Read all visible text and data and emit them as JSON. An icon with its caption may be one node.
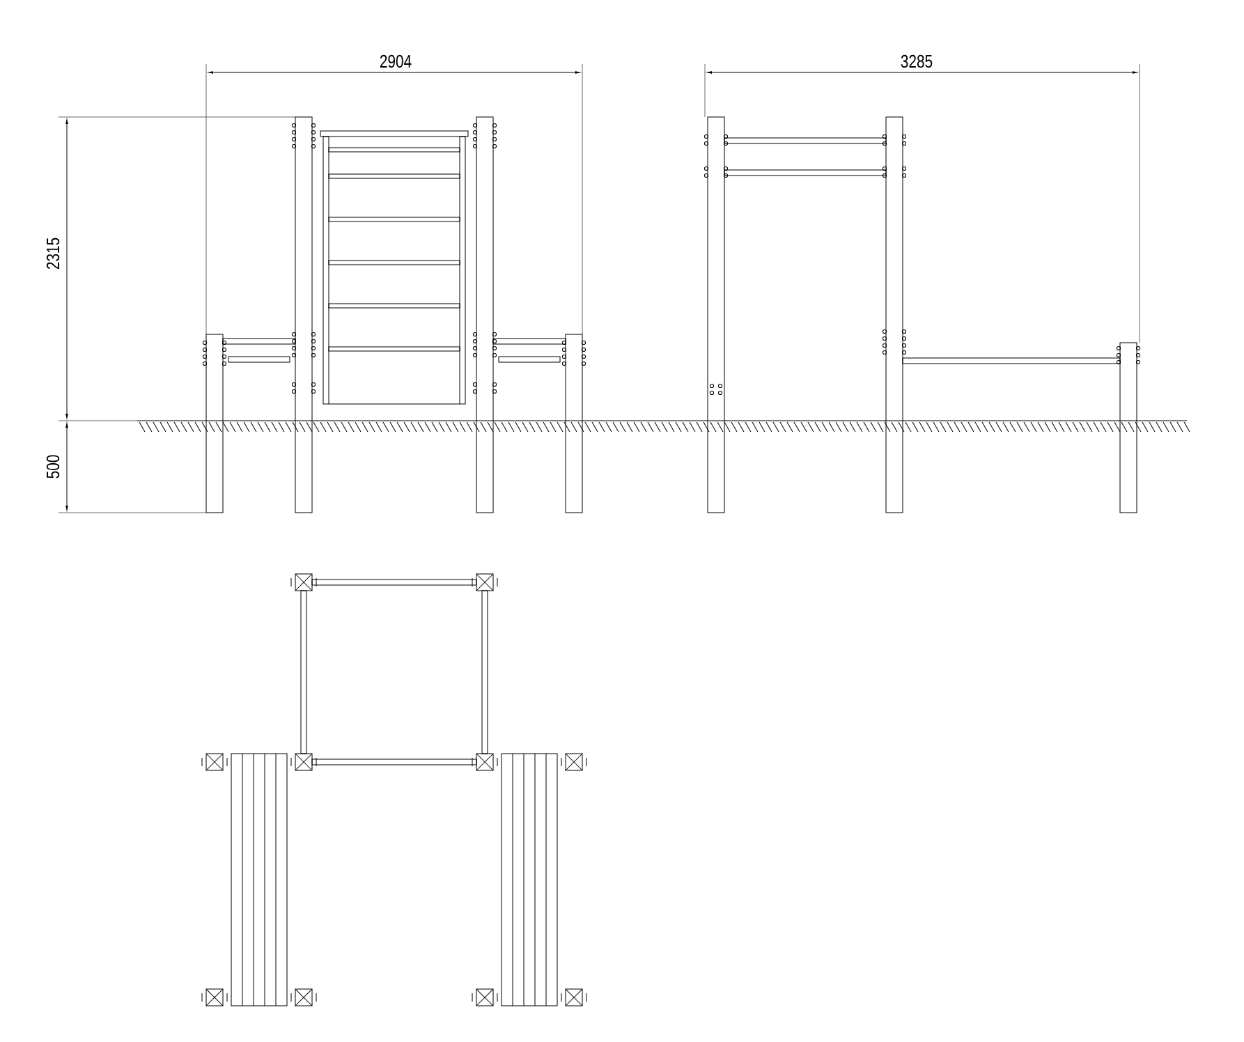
{
  "diagram": {
    "labels": [
      "2904",
      "3285",
      "2315",
      "500"
    ]
  }
}
